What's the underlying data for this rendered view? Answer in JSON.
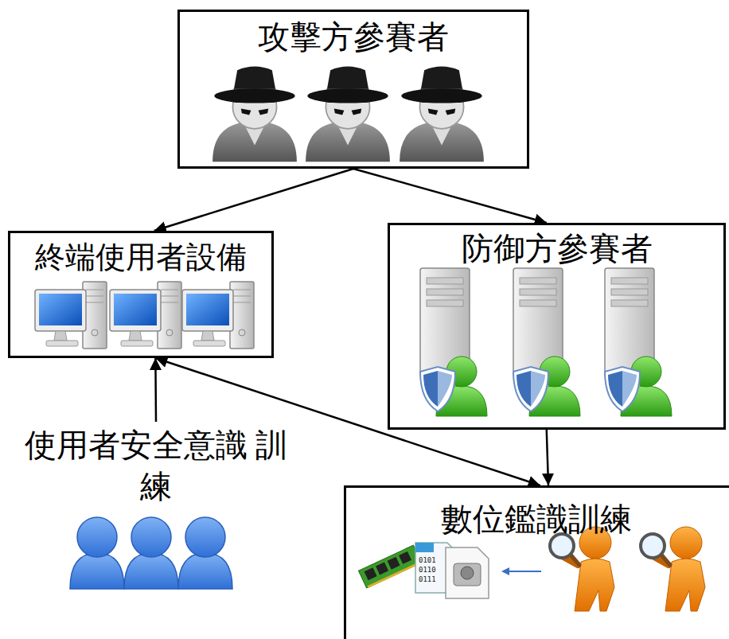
{
  "diagram": {
    "nodes": [
      {
        "text": [
          "攻擊方參賽者"
        ]
      },
      {
        "text": [
          "終端使用者設備"
        ]
      },
      {
        "text": [
          "防御方參賽者"
        ]
      },
      {
        "text": [
          "使用者安全意識 訓練"
        ]
      },
      {
        "text": [
          "數位鑑識訓練"
        ]
      }
    ],
    "edges": [
      {
        "from": 0,
        "to": 1,
        "arrow": "to"
      },
      {
        "from": 0,
        "to": 2,
        "arrow": "to"
      },
      {
        "from": 3,
        "to": 1,
        "arrow": "to"
      },
      {
        "from": 1,
        "to": 4,
        "arrow": "both"
      },
      {
        "from": 2,
        "to": 4,
        "arrow": "to"
      }
    ],
    "labels": [
      "0101",
      "0110",
      "0111"
    ]
  }
}
